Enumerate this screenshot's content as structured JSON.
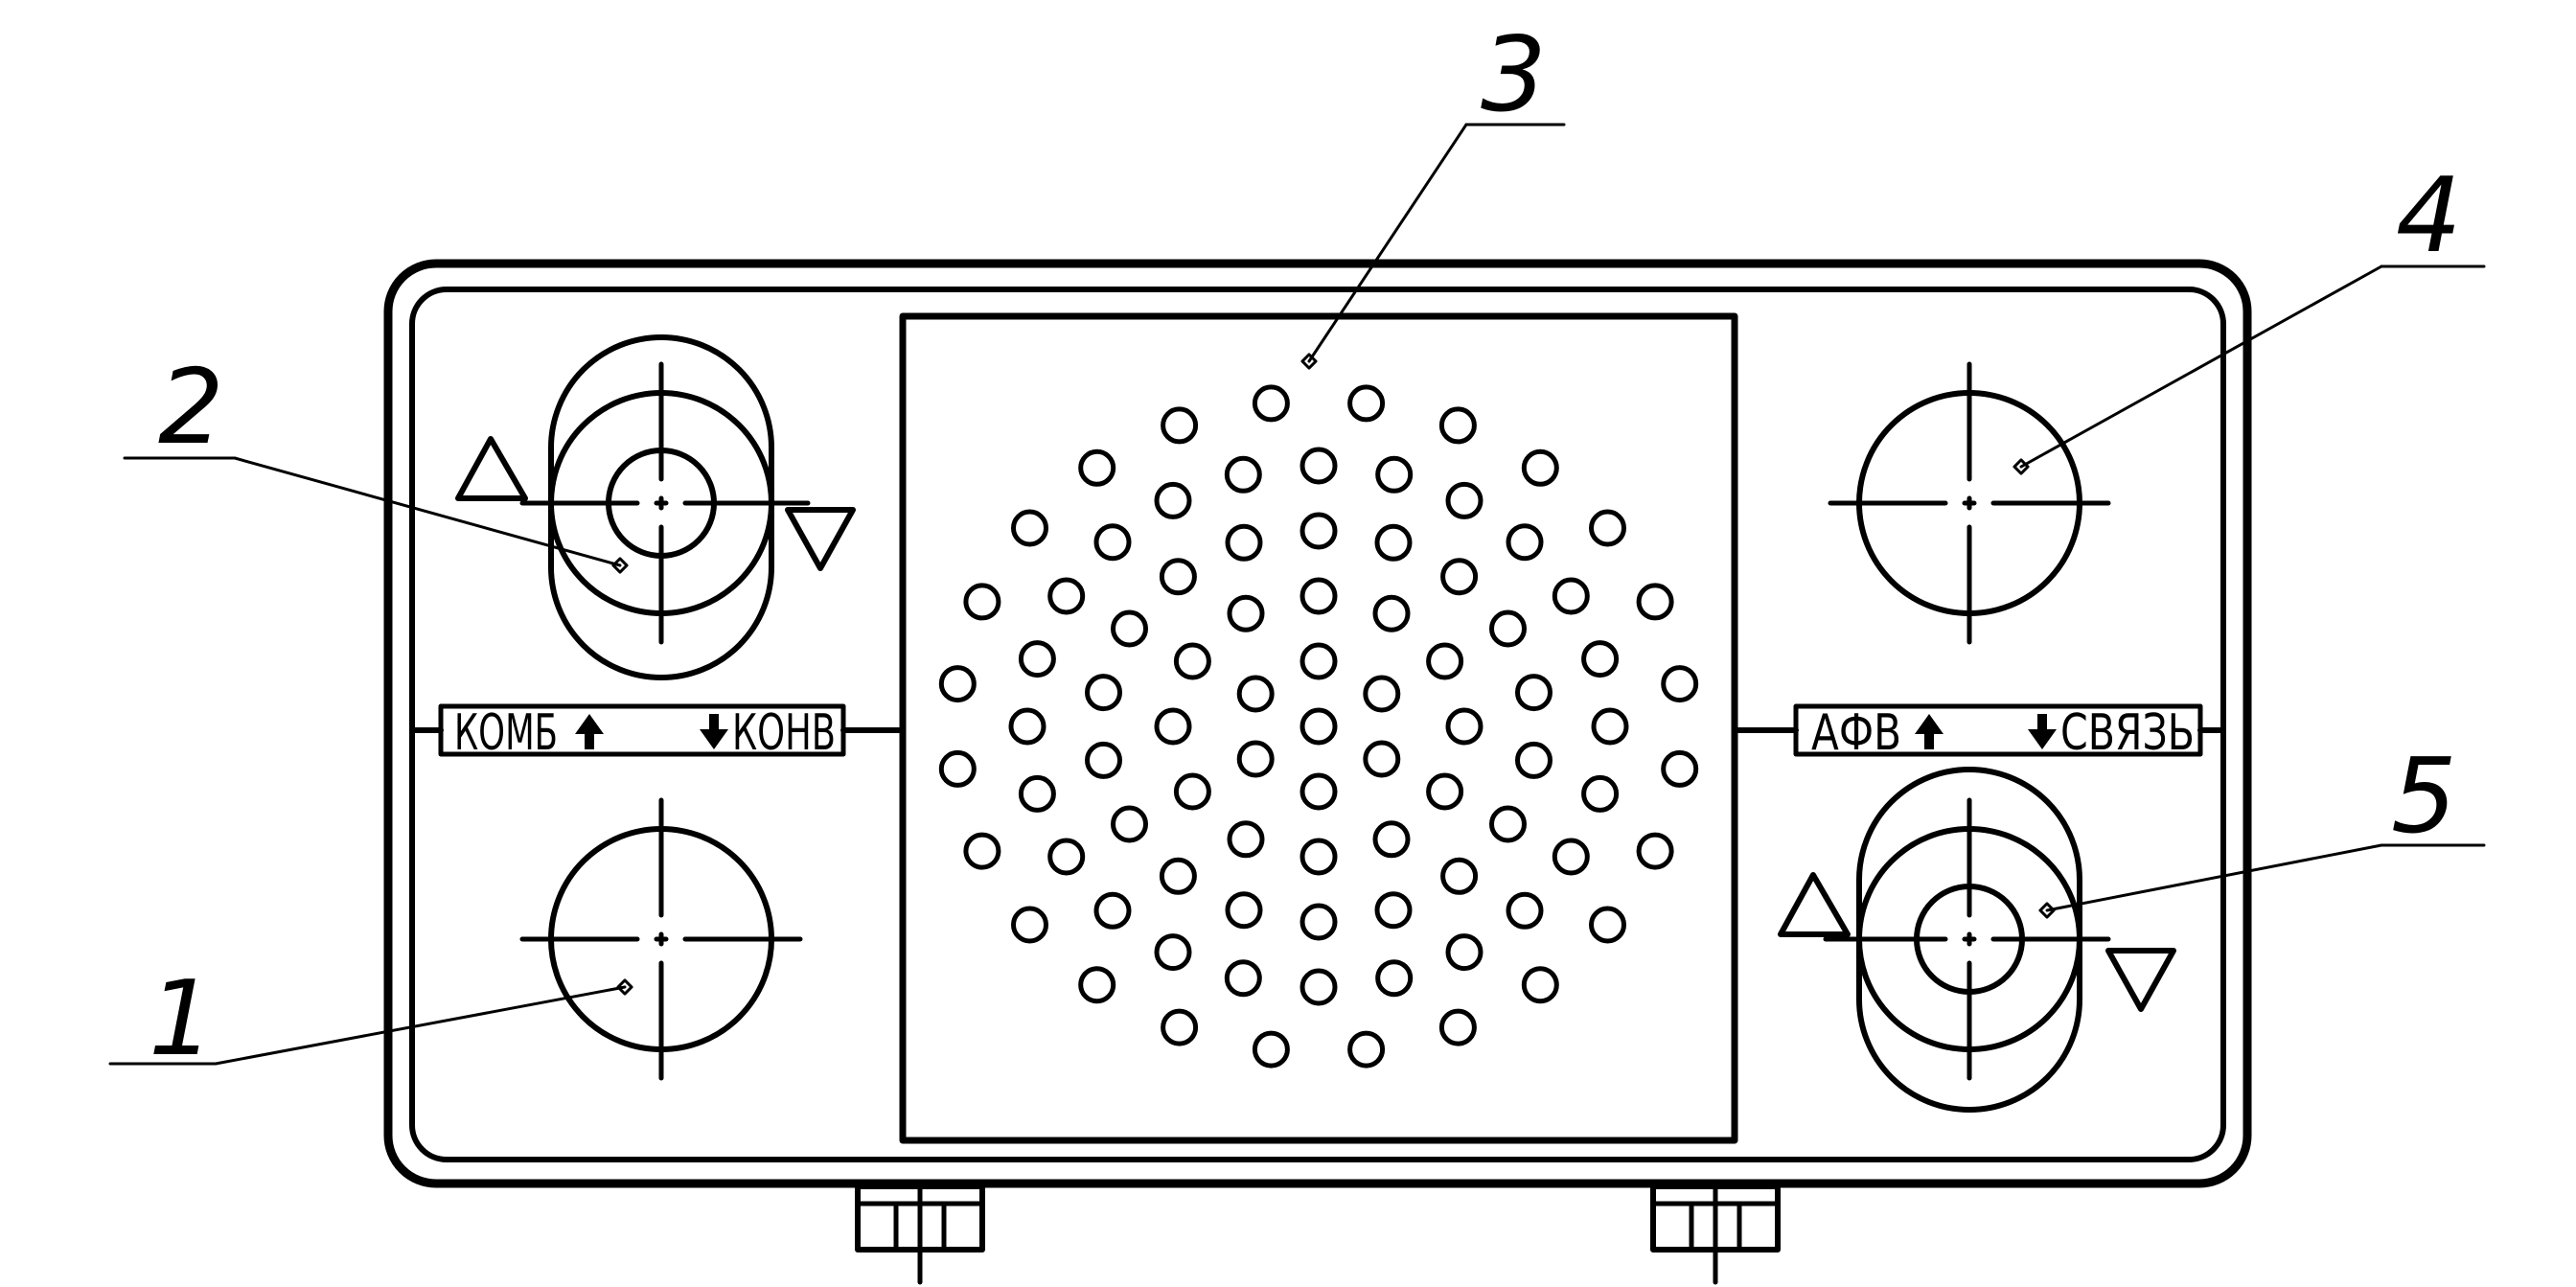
{
  "callouts": [
    {
      "id": "1",
      "label": "1"
    },
    {
      "id": "2",
      "label": "2"
    },
    {
      "id": "3",
      "label": "3"
    },
    {
      "id": "4",
      "label": "4"
    },
    {
      "id": "5",
      "label": "5"
    }
  ],
  "plates": {
    "left": {
      "label_a": "КОМБ",
      "label_b": "КОНВ"
    },
    "right": {
      "label_a": "АФВ",
      "label_b": "СВЯЗЬ"
    }
  },
  "colors": {
    "line": "#000000",
    "background": "#ffffff"
  },
  "speaker": {
    "grille_rings": [
      1,
      6,
      12,
      18,
      24,
      24
    ],
    "grille": "perforated-circular-grille"
  }
}
